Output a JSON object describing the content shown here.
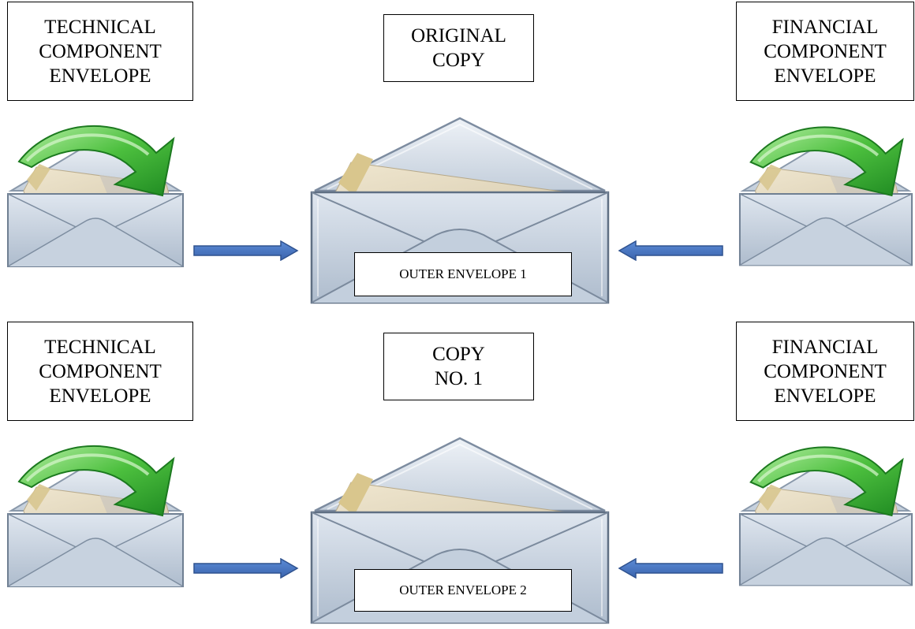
{
  "diagram": {
    "colors": {
      "arrow_fill": "#4472c4",
      "arrow_stroke": "#2f528f",
      "green_arrow": "#3aa535",
      "envelope_body": "#c9d3e0",
      "envelope_paper": "#e2d6bd"
    },
    "sets": [
      {
        "left_label": [
          "TECHNICAL",
          "COMPONENT",
          "ENVELOPE"
        ],
        "center_label": [
          "ORIGINAL",
          "COPY"
        ],
        "right_label": [
          "FINANCIAL",
          "COMPONENT",
          "ENVELOPE"
        ],
        "outer_label": "OUTER ENVELOPE 1"
      },
      {
        "left_label": [
          "TECHNICAL",
          "COMPONENT",
          "ENVELOPE"
        ],
        "center_label": [
          "COPY",
          "NO. 1"
        ],
        "right_label": [
          "FINANCIAL",
          "COMPONENT",
          "ENVELOPE"
        ],
        "outer_label": "OUTER ENVELOPE 2"
      }
    ]
  }
}
